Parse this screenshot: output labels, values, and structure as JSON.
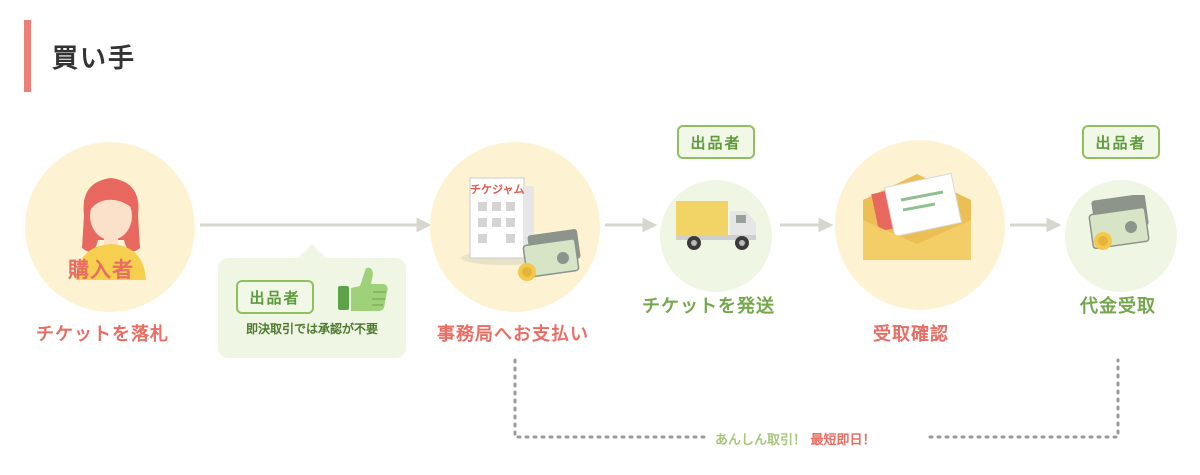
{
  "section": {
    "title": "買い手"
  },
  "steps": [
    {
      "label": "チケットを落札",
      "figure_text": "購入者"
    },
    {
      "label": "事務局へお支払い",
      "building_sign": "チケジャム"
    },
    {
      "label": "チケットを発送",
      "badge": "出品者"
    },
    {
      "label": "受取確認"
    },
    {
      "label": "代金受取",
      "badge": "出品者"
    }
  ],
  "callout": {
    "badge": "出品者",
    "note": "即決取引では承認が不要"
  },
  "footer": {
    "safe_text": "あんしん取引！",
    "fast_text": "最短即日！"
  },
  "colors": {
    "accent_red": "#ea6d64",
    "accent_green": "#75a84c",
    "circle_yellow": "#fdf3d2",
    "circle_green": "#f0f6e4",
    "arrow_gray": "#d6d6cc"
  }
}
